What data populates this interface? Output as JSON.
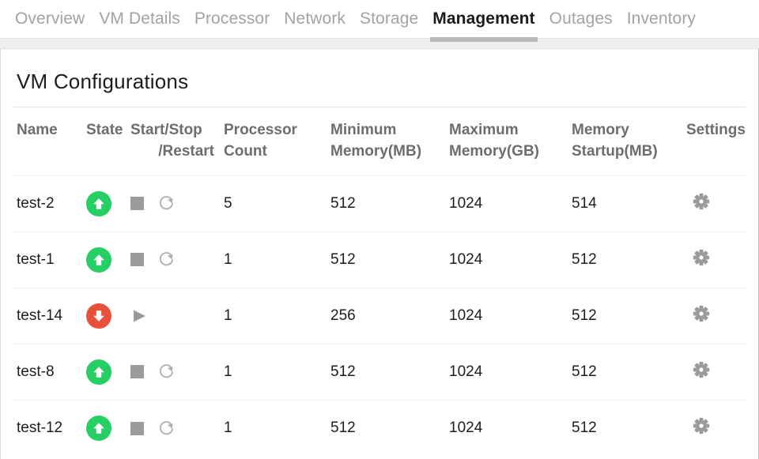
{
  "tabs": [
    {
      "label": "Overview",
      "active": false
    },
    {
      "label": "VM Details",
      "active": false
    },
    {
      "label": "Processor",
      "active": false
    },
    {
      "label": "Network",
      "active": false
    },
    {
      "label": "Storage",
      "active": false
    },
    {
      "label": "Management",
      "active": true
    },
    {
      "label": "Outages",
      "active": false
    },
    {
      "label": "Inventory",
      "active": false
    }
  ],
  "panel": {
    "title": "VM Configurations"
  },
  "table": {
    "headers": {
      "name": "Name",
      "state": "State",
      "control_line1": "Start/Stop",
      "control_line2": "/Restart",
      "processor_line1": "Processor",
      "processor_line2": "Count",
      "minimum_line1": "Minimum",
      "minimum_line2": "Memory(MB)",
      "maximum_line1": "Maximum",
      "maximum_line2": "Memory(GB)",
      "startup_line1": "Memory",
      "startup_line2": "Startup(MB)",
      "settings": "Settings"
    },
    "rows": [
      {
        "name": "test-2",
        "state": "running",
        "state_icon": "arrow-up-circle-green-icon",
        "controls": [
          "stop-icon",
          "restart-icon"
        ],
        "processor_count": "5",
        "minimum_memory_mb": "512",
        "maximum_memory_gb": "1024",
        "memory_startup_mb": "514",
        "settings_icon": "gear-icon"
      },
      {
        "name": "test-1",
        "state": "running",
        "state_icon": "arrow-up-circle-green-icon",
        "controls": [
          "stop-icon",
          "restart-icon"
        ],
        "processor_count": "1",
        "minimum_memory_mb": "512",
        "maximum_memory_gb": "1024",
        "memory_startup_mb": "512",
        "settings_icon": "gear-icon"
      },
      {
        "name": "test-14",
        "state": "stopped",
        "state_icon": "arrow-down-circle-red-icon",
        "controls": [
          "play-icon"
        ],
        "processor_count": "1",
        "minimum_memory_mb": "256",
        "maximum_memory_gb": "1024",
        "memory_startup_mb": "512",
        "settings_icon": "gear-icon"
      },
      {
        "name": "test-8",
        "state": "running",
        "state_icon": "arrow-up-circle-green-icon",
        "controls": [
          "stop-icon",
          "restart-icon"
        ],
        "processor_count": "1",
        "minimum_memory_mb": "512",
        "maximum_memory_gb": "1024",
        "memory_startup_mb": "512",
        "settings_icon": "gear-icon"
      },
      {
        "name": "test-12",
        "state": "running",
        "state_icon": "arrow-up-circle-green-icon",
        "controls": [
          "stop-icon",
          "restart-icon"
        ],
        "processor_count": "1",
        "minimum_memory_mb": "512",
        "maximum_memory_gb": "1024",
        "memory_startup_mb": "512",
        "settings_icon": "gear-icon"
      }
    ]
  },
  "colors": {
    "state_running": "#25cf63",
    "state_stopped": "#e8503a",
    "icon_gray": "#9b9b9b",
    "header_text": "#6d6d6d",
    "tab_inactive": "#a2a2a2",
    "tab_active": "#1b1b1b",
    "tab_underline": "#b9b9b9"
  }
}
